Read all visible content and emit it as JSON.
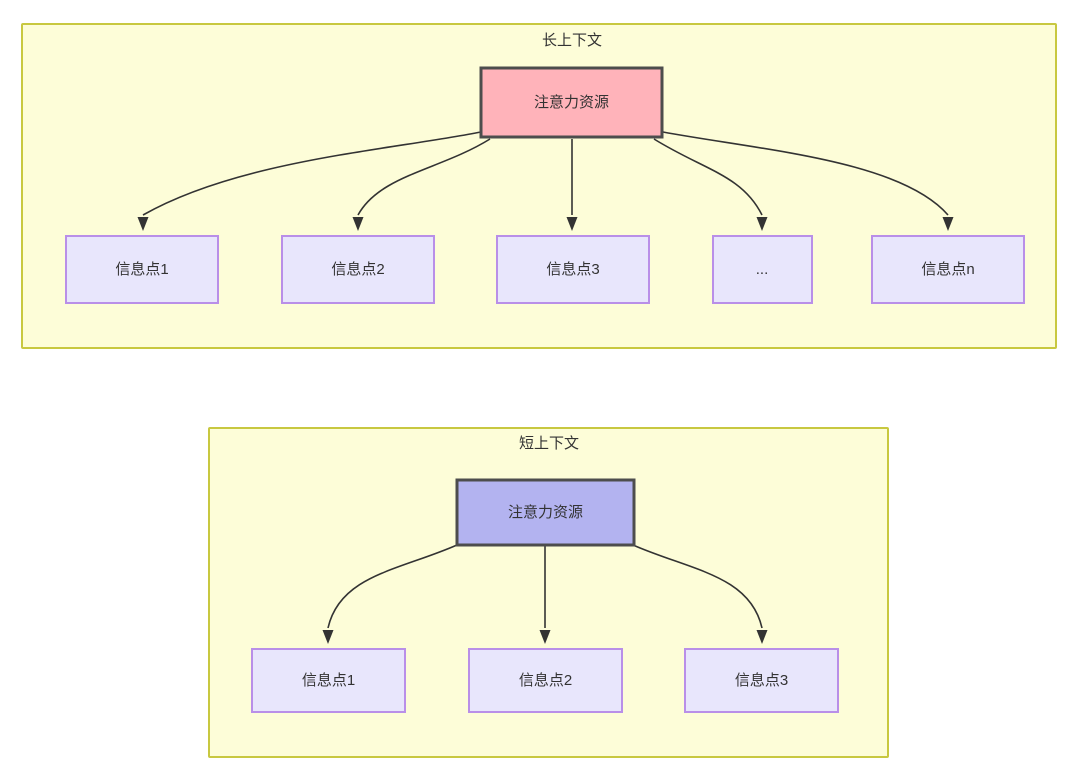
{
  "diagram": {
    "type": "flowchart",
    "background_color": "#ffffff",
    "panel_fill": "#fdfdd8",
    "panel_border": "#c8c840",
    "leaf_fill": "#e8e6fc",
    "leaf_border": "#b98fe8",
    "edge_color": "#333333",
    "text_color": "#333333",
    "panels": [
      {
        "id": "long-context",
        "title": "长上下文",
        "root": {
          "label": "注意力资源",
          "fill": "#ffb3ba",
          "border": "#4d4d4d"
        },
        "leaves": [
          {
            "label": "信息点1"
          },
          {
            "label": "信息点2"
          },
          {
            "label": "信息点3"
          },
          {
            "label": "..."
          },
          {
            "label": "信息点n"
          }
        ]
      },
      {
        "id": "short-context",
        "title": "短上下文",
        "root": {
          "label": "注意力资源",
          "fill": "#b3b3f0",
          "border": "#4d4d4d"
        },
        "leaves": [
          {
            "label": "信息点1"
          },
          {
            "label": "信息点2"
          },
          {
            "label": "信息点3"
          }
        ]
      }
    ]
  }
}
